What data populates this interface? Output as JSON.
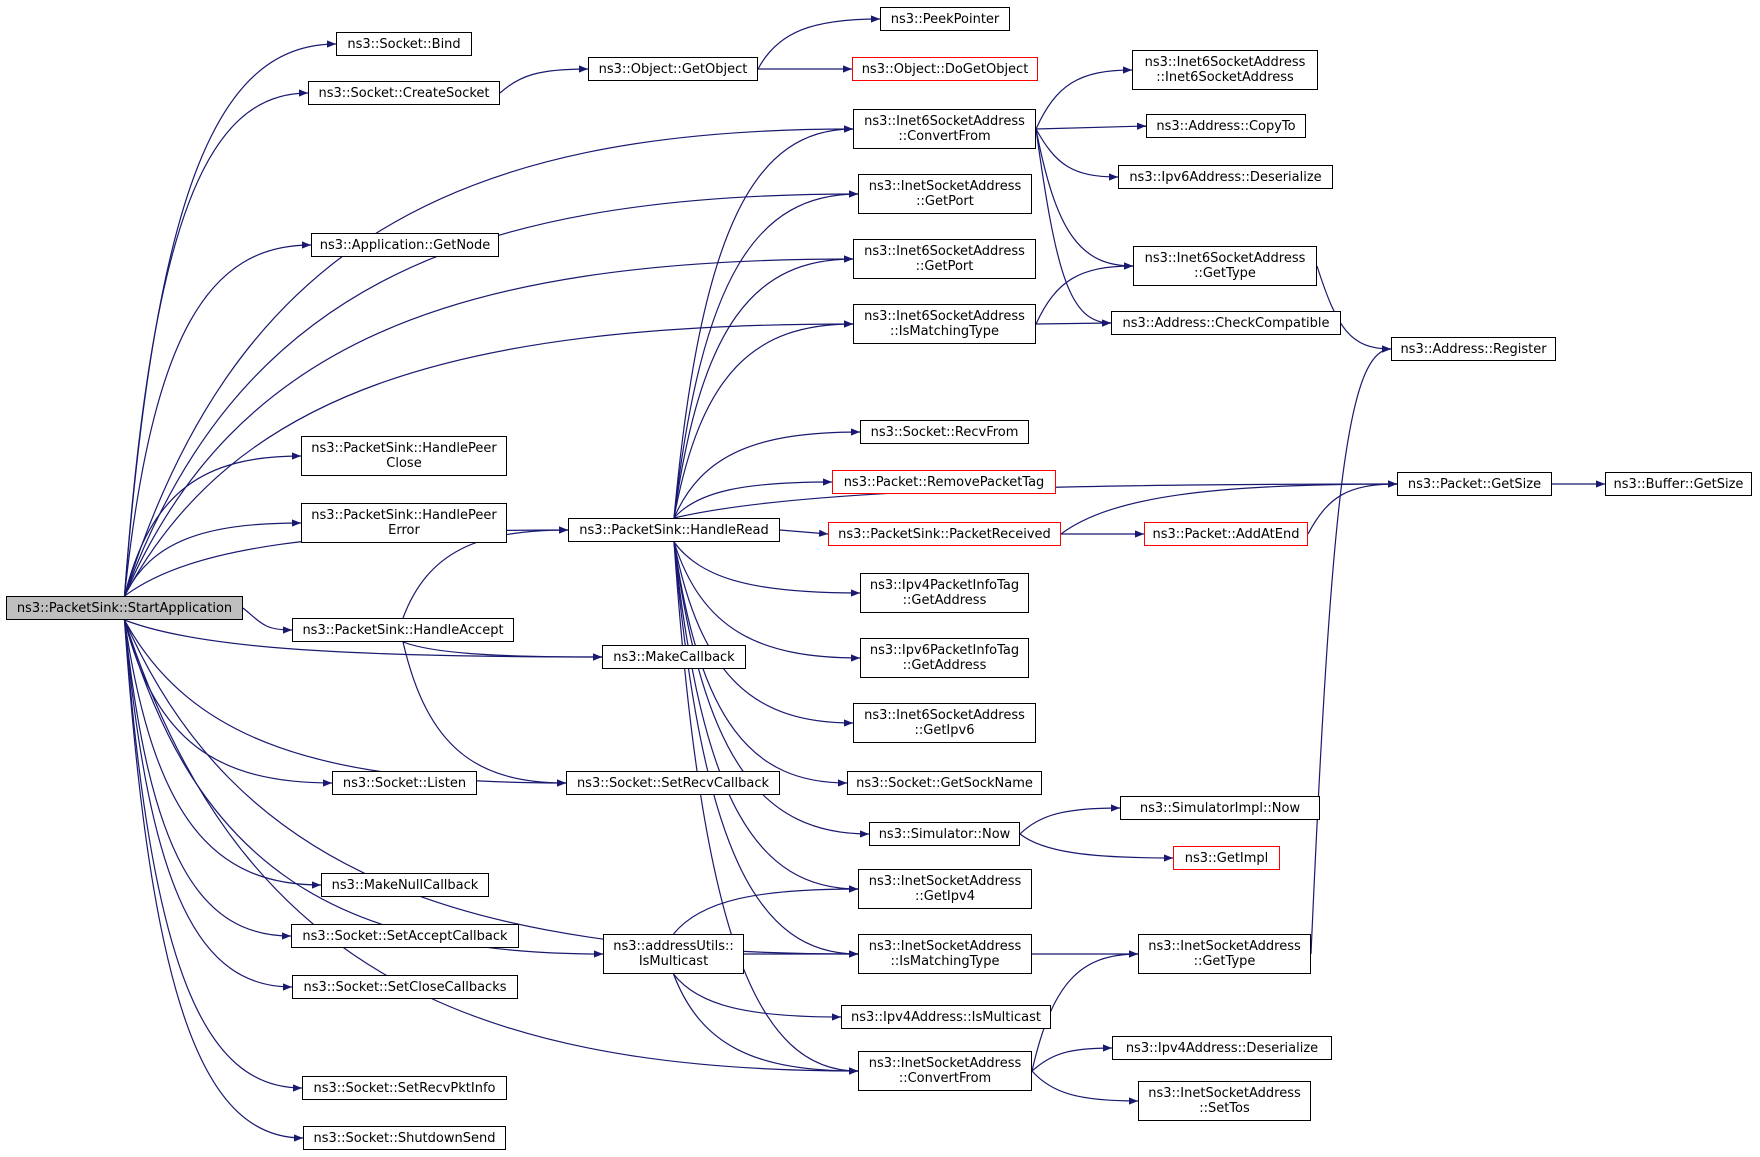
{
  "nodes": [
    {
      "id": "root",
      "label": "ns3::PacketSink::StartApplication",
      "variant": "root"
    },
    {
      "id": "bind",
      "label": "ns3::Socket::Bind"
    },
    {
      "id": "createSocket",
      "label": "ns3::Socket::CreateSocket"
    },
    {
      "id": "getObject",
      "label": "ns3::Object::GetObject"
    },
    {
      "id": "peekPointer",
      "label": "ns3::PeekPointer"
    },
    {
      "id": "doGetObject",
      "label": "ns3::Object::DoGetObject",
      "variant": "red"
    },
    {
      "id": "i6ConvertFrom",
      "label": "ns3::Inet6SocketAddress\n::ConvertFrom"
    },
    {
      "id": "i6Ctor",
      "label": "ns3::Inet6SocketAddress\n::Inet6SocketAddress"
    },
    {
      "id": "copyTo",
      "label": "ns3::Address::CopyTo"
    },
    {
      "id": "ipv6Deser",
      "label": "ns3::Ipv6Address::Deserialize"
    },
    {
      "id": "iGetPort",
      "label": "ns3::InetSocketAddress\n::GetPort"
    },
    {
      "id": "getNode",
      "label": "ns3::Application::GetNode"
    },
    {
      "id": "i6GetPort",
      "label": "ns3::Inet6SocketAddress\n::GetPort"
    },
    {
      "id": "i6GetType",
      "label": "ns3::Inet6SocketAddress\n::GetType"
    },
    {
      "id": "i6IsMatch",
      "label": "ns3::Inet6SocketAddress\n::IsMatchingType"
    },
    {
      "id": "checkCompat",
      "label": "ns3::Address::CheckCompatible"
    },
    {
      "id": "register",
      "label": "ns3::Address::Register"
    },
    {
      "id": "recvFrom",
      "label": "ns3::Socket::RecvFrom"
    },
    {
      "id": "handlePeerClose",
      "label": "ns3::PacketSink::HandlePeer\nClose"
    },
    {
      "id": "removeTag",
      "label": "ns3::Packet::RemovePacketTag",
      "variant": "red"
    },
    {
      "id": "pGetSize",
      "label": "ns3::Packet::GetSize"
    },
    {
      "id": "bGetSize",
      "label": "ns3::Buffer::GetSize"
    },
    {
      "id": "handlePeerError",
      "label": "ns3::PacketSink::HandlePeer\nError"
    },
    {
      "id": "handleRead",
      "label": "ns3::PacketSink::HandleRead"
    },
    {
      "id": "packetReceived",
      "label": "ns3::PacketSink::PacketReceived",
      "variant": "red"
    },
    {
      "id": "addAtEnd",
      "label": "ns3::Packet::AddAtEnd",
      "variant": "red"
    },
    {
      "id": "ipv4InfoTag",
      "label": "ns3::Ipv4PacketInfoTag\n::GetAddress"
    },
    {
      "id": "handleAccept",
      "label": "ns3::PacketSink::HandleAccept"
    },
    {
      "id": "makeCallback",
      "label": "ns3::MakeCallback"
    },
    {
      "id": "ipv6InfoTag",
      "label": "ns3::Ipv6PacketInfoTag\n::GetAddress"
    },
    {
      "id": "i6GetIpv6",
      "label": "ns3::Inet6SocketAddress\n::GetIpv6"
    },
    {
      "id": "listen",
      "label": "ns3::Socket::Listen"
    },
    {
      "id": "setRecvCb",
      "label": "ns3::Socket::SetRecvCallback"
    },
    {
      "id": "getSockName",
      "label": "ns3::Socket::GetSockName"
    },
    {
      "id": "simImplNow",
      "label": "ns3::SimulatorImpl::Now"
    },
    {
      "id": "simNow",
      "label": "ns3::Simulator::Now"
    },
    {
      "id": "getImpl",
      "label": "ns3::GetImpl",
      "variant": "red"
    },
    {
      "id": "makeNullCb",
      "label": "ns3::MakeNullCallback"
    },
    {
      "id": "iGetIpv4",
      "label": "ns3::InetSocketAddress\n::GetIpv4"
    },
    {
      "id": "setAcceptCb",
      "label": "ns3::Socket::SetAcceptCallback"
    },
    {
      "id": "isMulticast",
      "label": "ns3::addressUtils::\nIsMulticast"
    },
    {
      "id": "iIsMatch",
      "label": "ns3::InetSocketAddress\n::IsMatchingType"
    },
    {
      "id": "iGetType",
      "label": "ns3::InetSocketAddress\n::GetType"
    },
    {
      "id": "setCloseCbs",
      "label": "ns3::Socket::SetCloseCallbacks"
    },
    {
      "id": "ipv4IsMulticast",
      "label": "ns3::Ipv4Address::IsMulticast"
    },
    {
      "id": "ipv4Deser",
      "label": "ns3::Ipv4Address::Deserialize"
    },
    {
      "id": "iConvertFrom",
      "label": "ns3::InetSocketAddress\n::ConvertFrom"
    },
    {
      "id": "setRecvPktInfo",
      "label": "ns3::Socket::SetRecvPktInfo"
    },
    {
      "id": "setTos",
      "label": "ns3::InetSocketAddress\n::SetTos"
    },
    {
      "id": "shutdownSend",
      "label": "ns3::Socket::ShutdownSend"
    }
  ],
  "edges": [
    [
      "root",
      "bind"
    ],
    [
      "root",
      "createSocket"
    ],
    [
      "root",
      "i6ConvertFrom"
    ],
    [
      "root",
      "iGetPort"
    ],
    [
      "root",
      "getNode"
    ],
    [
      "root",
      "i6GetPort"
    ],
    [
      "root",
      "i6IsMatch"
    ],
    [
      "root",
      "handleRead"
    ],
    [
      "root",
      "handlePeerClose"
    ],
    [
      "root",
      "handlePeerError"
    ],
    [
      "root",
      "handleAccept"
    ],
    [
      "root",
      "makeCallback"
    ],
    [
      "root",
      "listen"
    ],
    [
      "root",
      "setRecvCb"
    ],
    [
      "root",
      "makeNullCb"
    ],
    [
      "root",
      "setAcceptCb"
    ],
    [
      "root",
      "setCloseCbs"
    ],
    [
      "root",
      "setRecvPktInfo"
    ],
    [
      "root",
      "shutdownSend"
    ],
    [
      "root",
      "isMulticast"
    ],
    [
      "root",
      "iConvertFrom"
    ],
    [
      "root",
      "iIsMatch"
    ],
    [
      "createSocket",
      "getObject"
    ],
    [
      "getObject",
      "peekPointer"
    ],
    [
      "getObject",
      "doGetObject"
    ],
    [
      "i6ConvertFrom",
      "i6Ctor"
    ],
    [
      "i6ConvertFrom",
      "copyTo"
    ],
    [
      "i6ConvertFrom",
      "ipv6Deser"
    ],
    [
      "i6ConvertFrom",
      "i6GetType"
    ],
    [
      "i6ConvertFrom",
      "checkCompat"
    ],
    [
      "i6IsMatch",
      "i6GetType"
    ],
    [
      "i6IsMatch",
      "checkCompat"
    ],
    [
      "i6GetType",
      "register"
    ],
    [
      "handleAccept",
      "handleRead"
    ],
    [
      "handleAccept",
      "makeCallback"
    ],
    [
      "handleAccept",
      "setRecvCb"
    ],
    [
      "handleRead",
      "i6ConvertFrom"
    ],
    [
      "handleRead",
      "iGetPort"
    ],
    [
      "handleRead",
      "i6GetPort"
    ],
    [
      "handleRead",
      "i6IsMatch"
    ],
    [
      "handleRead",
      "pGetSize"
    ],
    [
      "handleRead",
      "recvFrom"
    ],
    [
      "handleRead",
      "removeTag"
    ],
    [
      "handleRead",
      "packetReceived"
    ],
    [
      "handleRead",
      "ipv4InfoTag"
    ],
    [
      "handleRead",
      "ipv6InfoTag"
    ],
    [
      "handleRead",
      "i6GetIpv6"
    ],
    [
      "handleRead",
      "getSockName"
    ],
    [
      "handleRead",
      "simNow"
    ],
    [
      "handleRead",
      "iGetIpv4"
    ],
    [
      "handleRead",
      "iIsMatch"
    ],
    [
      "handleRead",
      "iConvertFrom"
    ],
    [
      "packetReceived",
      "pGetSize"
    ],
    [
      "packetReceived",
      "addAtEnd"
    ],
    [
      "addAtEnd",
      "pGetSize"
    ],
    [
      "pGetSize",
      "bGetSize"
    ],
    [
      "simNow",
      "simImplNow"
    ],
    [
      "simNow",
      "getImpl"
    ],
    [
      "isMulticast",
      "iGetIpv4"
    ],
    [
      "isMulticast",
      "iIsMatch"
    ],
    [
      "isMulticast",
      "ipv4IsMulticast"
    ],
    [
      "isMulticast",
      "iConvertFrom"
    ],
    [
      "iIsMatch",
      "iGetType"
    ],
    [
      "iGetType",
      "register"
    ],
    [
      "iConvertFrom",
      "iGetType"
    ],
    [
      "iConvertFrom",
      "ipv4Deser"
    ],
    [
      "iConvertFrom",
      "setTos"
    ]
  ],
  "colors": {
    "edge": "#191970",
    "node_border": "#000000",
    "highlight_border": "#ff0000",
    "root_fill": "#bfbfbf"
  }
}
